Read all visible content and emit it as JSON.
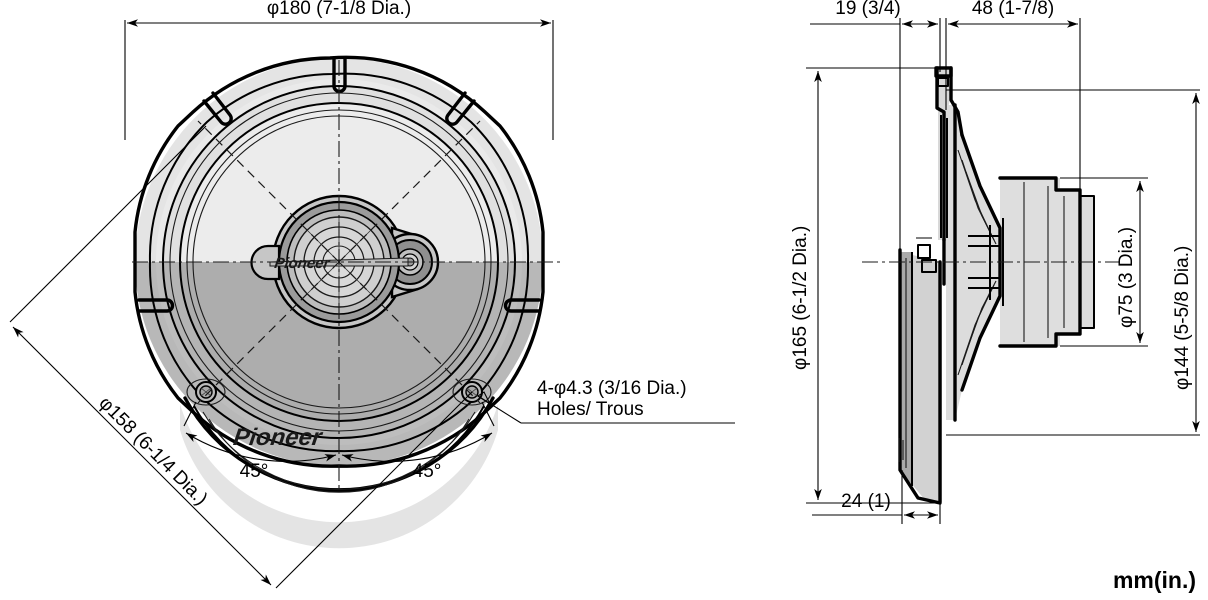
{
  "document": {
    "title": "Pioneer speaker dimensional drawing",
    "units_note": "mm(in.)"
  },
  "front_view": {
    "name": "front-view",
    "brand_logo_center": "Pioneer",
    "brand_logo_bottom": "Pioneer",
    "dimensions": {
      "outer_diameter": "φ180 (7-1/8 Dia.)",
      "bolt_circle_diameter": "φ158 (6-1/4 Dia.)",
      "hole_note_line1": "4-φ4.3 (3/16 Dia.)",
      "hole_note_line2": "Holes/ Trous",
      "angle_left": "45°",
      "angle_right": "45°"
    }
  },
  "side_view": {
    "name": "side-view",
    "dimensions": {
      "flange_depth": "19 (3/4)",
      "body_depth": "48 (1-7/8)",
      "baffle_offset": "24 (1)",
      "flange_diameter": "φ165 (6-1/2 Dia.)",
      "magnet_diameter": "φ75 (3 Dia.)",
      "cutout_diameter": "φ144 (5-5/8 Dia.)"
    }
  },
  "colors": {
    "line": "#000000",
    "fill_light": "#e8e8e8",
    "fill_mid": "#d0d0d0",
    "fill_dark": "#9e9e9e",
    "fill_darker": "#8a8a8a",
    "background": "#ffffff"
  }
}
